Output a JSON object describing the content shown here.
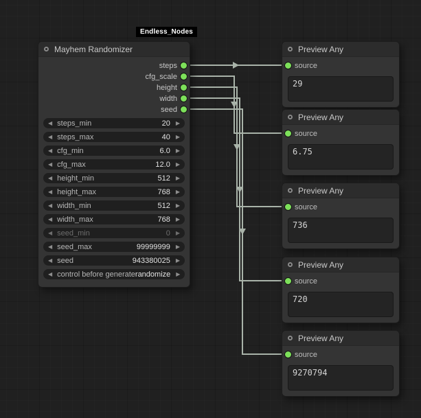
{
  "group_label": "Endless_Nodes",
  "icons": {
    "decrement": "◀",
    "increment": "▶"
  },
  "colors": {
    "slot_green": "#7de05a",
    "wire": "#a9b3a9"
  },
  "randomizer": {
    "title": "Mayhem Randomizer",
    "outputs": [
      {
        "label": "steps"
      },
      {
        "label": "cfg_scale"
      },
      {
        "label": "height"
      },
      {
        "label": "width"
      },
      {
        "label": "seed"
      }
    ],
    "widgets": [
      {
        "name": "steps_min",
        "value": "20"
      },
      {
        "name": "steps_max",
        "value": "40"
      },
      {
        "name": "cfg_min",
        "value": "6.0"
      },
      {
        "name": "cfg_max",
        "value": "12.0"
      },
      {
        "name": "height_min",
        "value": "512"
      },
      {
        "name": "height_max",
        "value": "768"
      },
      {
        "name": "width_min",
        "value": "512"
      },
      {
        "name": "width_max",
        "value": "768"
      },
      {
        "name": "seed_min",
        "value": "0",
        "disabled": true
      },
      {
        "name": "seed_max",
        "value": "99999999"
      },
      {
        "name": "seed",
        "value": "943380025"
      },
      {
        "name": "control before generate",
        "value": "randomize"
      }
    ]
  },
  "previews": [
    {
      "title": "Preview Any",
      "input_label": "source",
      "value": "29"
    },
    {
      "title": "Preview Any",
      "input_label": "source",
      "value": "6.75"
    },
    {
      "title": "Preview Any",
      "input_label": "source",
      "value": "736"
    },
    {
      "title": "Preview Any",
      "input_label": "source",
      "value": "720"
    },
    {
      "title": "Preview Any",
      "input_label": "source",
      "value": "9270794"
    }
  ]
}
